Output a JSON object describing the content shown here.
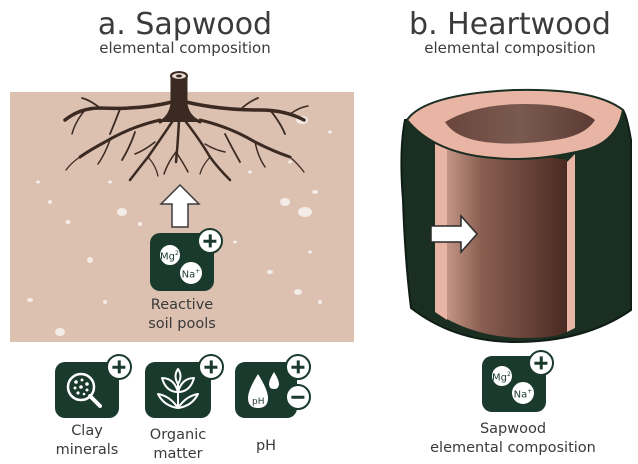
{
  "panel_a": {
    "title": "a. Sapwood",
    "subtitle": "elemental composition",
    "reactive_label_line1": "Reactive",
    "reactive_label_line2": "soil pools"
  },
  "panel_b": {
    "title": "b. Heartwood",
    "subtitle": "elemental composition",
    "caption_line1": "Sapwood",
    "caption_line2": "elemental composition"
  },
  "ions": {
    "mg": "Mg",
    "mg_charge": "2+",
    "na": "Na",
    "na_charge": "+"
  },
  "factors": [
    {
      "label_line1": "Clay",
      "label_line2": "minerals",
      "icon": "magnifier-particles-icon",
      "effect": "+"
    },
    {
      "label_line1": "Organic",
      "label_line2": "matter",
      "icon": "leaf-sprout-icon",
      "effect": "+"
    },
    {
      "label_line1": "pH",
      "label_line2": "",
      "icon": "water-drops-icon",
      "effect": "+/-",
      "icon_text": "pH"
    }
  ],
  "colors": {
    "soil": "#dcc1b1",
    "dark_green": "#1a3a2d",
    "heartwood": "#7a5448",
    "root": "#3b2a22"
  }
}
